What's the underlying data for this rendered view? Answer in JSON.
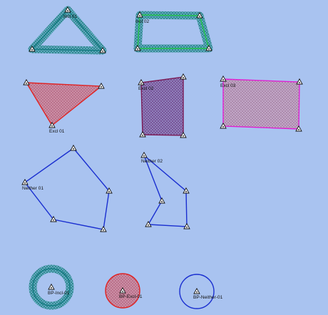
{
  "colors": {
    "background": "#a9c3f0",
    "incl_stroke": "#127a80",
    "incl_fill": "#2aa1a1",
    "excl_stroke_red": "#e02222",
    "excl_fill_red": "#d98090",
    "excl_stroke_dark": "#7a1a55",
    "excl_fill_dark": "#8a4a8a",
    "excl_stroke_magenta": "#e020d0",
    "excl_fill_magenta": "#c09ab0",
    "neither_stroke": "#1a2fd0",
    "incl_light_stroke": "#22c44a",
    "vertex_icon": "triangle-vertex-icon"
  },
  "shapes": [
    {
      "id": "incl-01-triangle",
      "label": "Incl 01",
      "kind": "incl"
    },
    {
      "id": "incl-02-trapezoid",
      "label": "Incl 02",
      "kind": "incl-light"
    },
    {
      "id": "excl-01-triangle",
      "label": "Excl 01",
      "kind": "excl-red"
    },
    {
      "id": "excl-02-quad",
      "label": "Excl 02",
      "kind": "excl-dark"
    },
    {
      "id": "excl-03-rect",
      "label": "Excl 03",
      "kind": "excl-magenta"
    },
    {
      "id": "neither-01-polygon",
      "label": "Neither 01",
      "kind": "neither"
    },
    {
      "id": "neither-02-polygon",
      "label": "Neither 02",
      "kind": "neither"
    }
  ],
  "circles": [
    {
      "id": "bp-incl-01",
      "label": "BP-Incl-01",
      "kind": "incl"
    },
    {
      "id": "bp-excl-01",
      "label": "BP-Excl-01",
      "kind": "excl-red"
    },
    {
      "id": "bp-neither-01",
      "label": "BP-Neither-01",
      "kind": "neither"
    }
  ]
}
